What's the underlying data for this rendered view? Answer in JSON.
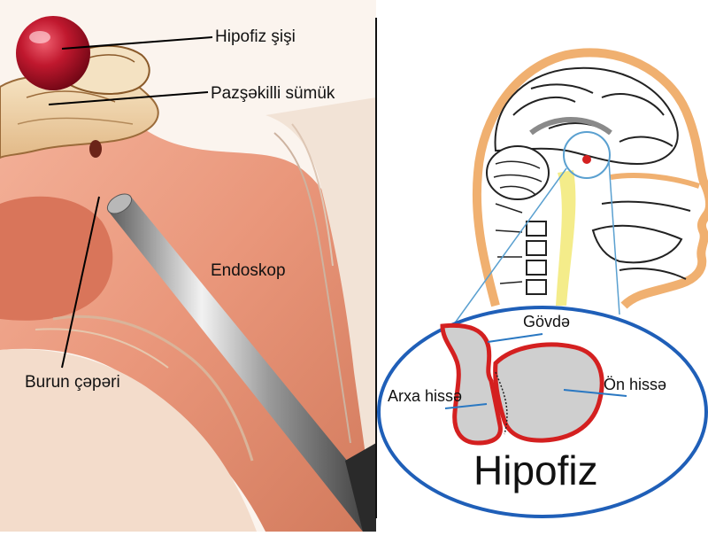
{
  "left_panel": {
    "labels": {
      "tumor": "Hipofiz şişi",
      "sphenoid": "Pazşəkilli sümük",
      "endoscope": "Endoskop",
      "septum": "Burun çəpəri"
    }
  },
  "right_panel": {
    "labels": {
      "stalk": "Gövdə",
      "posterior": "Arxa hissə",
      "anterior": "Ön hissə",
      "title": "Hipofiz"
    }
  },
  "colors": {
    "tissue": "#e9967a",
    "tissue_dark": "#c86a4c",
    "bone": "#f2d9b0",
    "tumor": "#c0182e",
    "ellipse_border": "#1f5fb8",
    "pituitary_outline": "#d42020",
    "pituitary_fill": "#cfcfcf",
    "head_outline": "#f0b070",
    "spinal_cord": "#f4ec8a"
  }
}
